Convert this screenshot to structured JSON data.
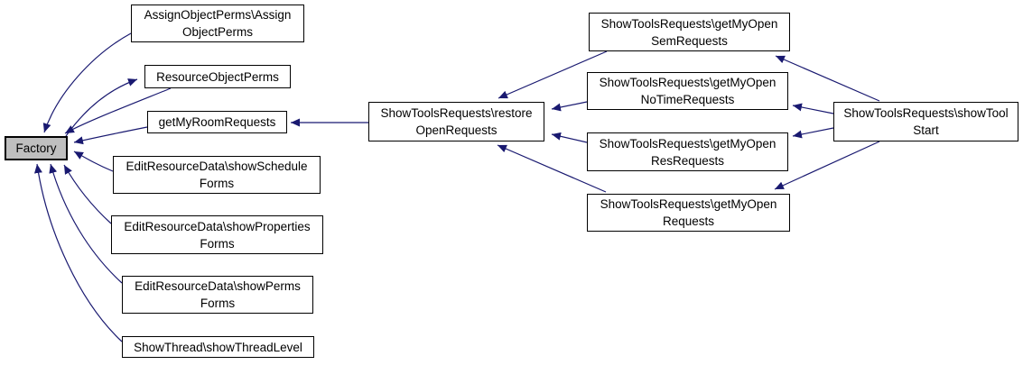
{
  "colors": {
    "background": "#ffffff",
    "edge": "#191970",
    "node-fill": "#ffffff",
    "node-border": "#000000",
    "focus-fill": "#bfbfbf"
  },
  "diagram": {
    "type": "caller-graph",
    "focus_node": "Factory",
    "nodes": {
      "factory": {
        "label": "Factory",
        "lines": [
          "Factory"
        ],
        "highlighted": true
      },
      "assign": {
        "label": "AssignObjectPerms\\AssignObjectPerms",
        "lines": [
          "AssignObjectPerms\\Assign",
          "ObjectPerms"
        ]
      },
      "resource": {
        "label": "ResourceObjectPerms",
        "lines": [
          "ResourceObjectPerms"
        ]
      },
      "room": {
        "label": "getMyRoomRequests",
        "lines": [
          "getMyRoomRequests"
        ]
      },
      "schedule": {
        "label": "EditResourceData\\showScheduleForms",
        "lines": [
          "EditResourceData\\showSchedule",
          "Forms"
        ]
      },
      "properties": {
        "label": "EditResourceData\\showPropertiesForms",
        "lines": [
          "EditResourceData\\showProperties",
          "Forms"
        ]
      },
      "perms": {
        "label": "EditResourceData\\showPermsForms",
        "lines": [
          "EditResourceData\\showPerms",
          "Forms"
        ]
      },
      "thread": {
        "label": "ShowThread\\showThreadLevel",
        "lines": [
          "ShowThread\\showThreadLevel"
        ]
      },
      "restore": {
        "label": "ShowToolsRequests\\restoreOpenRequests",
        "lines": [
          "ShowToolsRequests\\restore",
          "OpenRequests"
        ]
      },
      "sem": {
        "label": "ShowToolsRequests\\getMyOpenSemRequests",
        "lines": [
          "ShowToolsRequests\\getMyOpen",
          "SemRequests"
        ]
      },
      "notime": {
        "label": "ShowToolsRequests\\getMyOpenNoTimeRequests",
        "lines": [
          "ShowToolsRequests\\getMyOpen",
          "NoTimeRequests"
        ]
      },
      "res": {
        "label": "ShowToolsRequests\\getMyOpenResRequests",
        "lines": [
          "ShowToolsRequests\\getMyOpen",
          "ResRequests"
        ]
      },
      "requests": {
        "label": "ShowToolsRequests\\getMyOpenRequests",
        "lines": [
          "ShowToolsRequests\\getMyOpen",
          "Requests"
        ]
      },
      "start": {
        "label": "ShowToolsRequests\\showToolStart",
        "lines": [
          "ShowToolsRequests\\showTool",
          "Start"
        ]
      }
    },
    "edges": [
      {
        "from": "assign",
        "to": "factory"
      },
      {
        "from": "resource",
        "to": "factory"
      },
      {
        "from": "factory",
        "to": "resource"
      },
      {
        "from": "room",
        "to": "factory"
      },
      {
        "from": "schedule",
        "to": "factory"
      },
      {
        "from": "properties",
        "to": "factory"
      },
      {
        "from": "perms",
        "to": "factory"
      },
      {
        "from": "thread",
        "to": "factory"
      },
      {
        "from": "restore",
        "to": "room"
      },
      {
        "from": "sem",
        "to": "restore"
      },
      {
        "from": "notime",
        "to": "restore"
      },
      {
        "from": "res",
        "to": "restore"
      },
      {
        "from": "requests",
        "to": "restore"
      },
      {
        "from": "start",
        "to": "sem"
      },
      {
        "from": "start",
        "to": "notime"
      },
      {
        "from": "start",
        "to": "res"
      },
      {
        "from": "start",
        "to": "requests"
      }
    ]
  }
}
